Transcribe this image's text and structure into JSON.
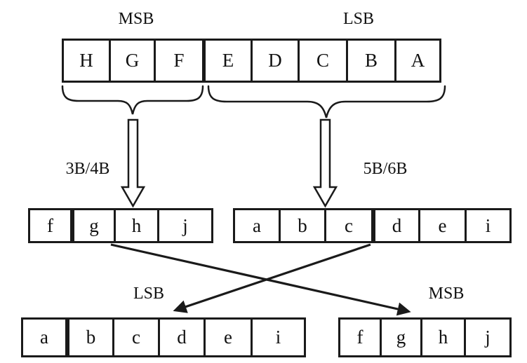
{
  "diagram": {
    "top_labels": {
      "msb": "MSB",
      "lsb": "LSB"
    },
    "encoder_labels": {
      "left": "3B/4B",
      "right": "5B/6B"
    },
    "bottom_labels": {
      "lsb": "LSB",
      "msb": "MSB"
    },
    "rows": {
      "input": {
        "cells": [
          "H",
          "G",
          "F",
          "E",
          "D",
          "C",
          "B",
          "A"
        ]
      },
      "encoded_4b": {
        "cells": [
          "f",
          "g",
          "h",
          "j"
        ]
      },
      "encoded_6b": {
        "cells": [
          "a",
          "b",
          "c",
          "d",
          "e",
          "i"
        ]
      },
      "output_lsb": {
        "cells": [
          "a",
          "b",
          "c",
          "d",
          "e",
          "i"
        ]
      },
      "output_msb": {
        "cells": [
          "f",
          "g",
          "h",
          "j"
        ]
      }
    },
    "colors": {
      "line": "#1a1a1a",
      "text": "#111111",
      "background": "#ffffff"
    }
  }
}
